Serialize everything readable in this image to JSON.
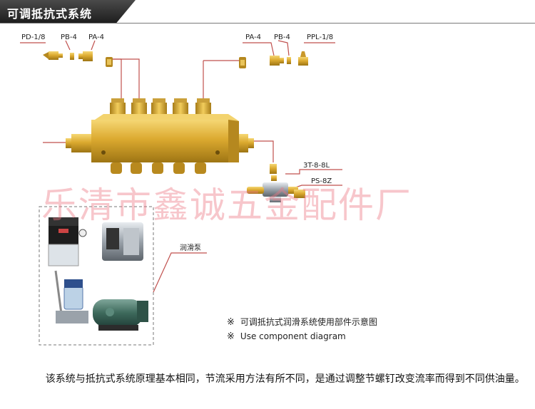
{
  "title": "可调抵抗式系统",
  "labels": {
    "pd_1_8": "PD-1/8",
    "pb_4_left": "PB-4",
    "pa_4_left": "PA-4",
    "pa_4_right": "PA-4",
    "pb_4_right": "PB-4",
    "ppl_1_8": "PPL-1/8",
    "tee_3t_8_8l": "3T-8-8L",
    "ps_8z": "PS-8Z",
    "pump_label": "润滑泵"
  },
  "watermark": "乐清市鑫诚五金配件厂",
  "notes": [
    {
      "mark": "※",
      "text": "可调抵抗式润滑系统使用部件示意图"
    },
    {
      "mark": "※",
      "text": "Use component diagram"
    }
  ],
  "description": "该系统与抵抗式系统原理基本相同，节流采用方法有所不同，是通过调整节螺钉改变流率而得到不同供油量。",
  "colors": {
    "brass": "#d8a52a",
    "brass_light": "#f2cd5c",
    "brass_dark": "#9e7514",
    "leader": "#c0504d",
    "title_bg": "#2a2a2a"
  },
  "icons": [
    "connector-icon",
    "distributor-block-icon",
    "pump-unit-icon",
    "tee-fitting-icon"
  ]
}
